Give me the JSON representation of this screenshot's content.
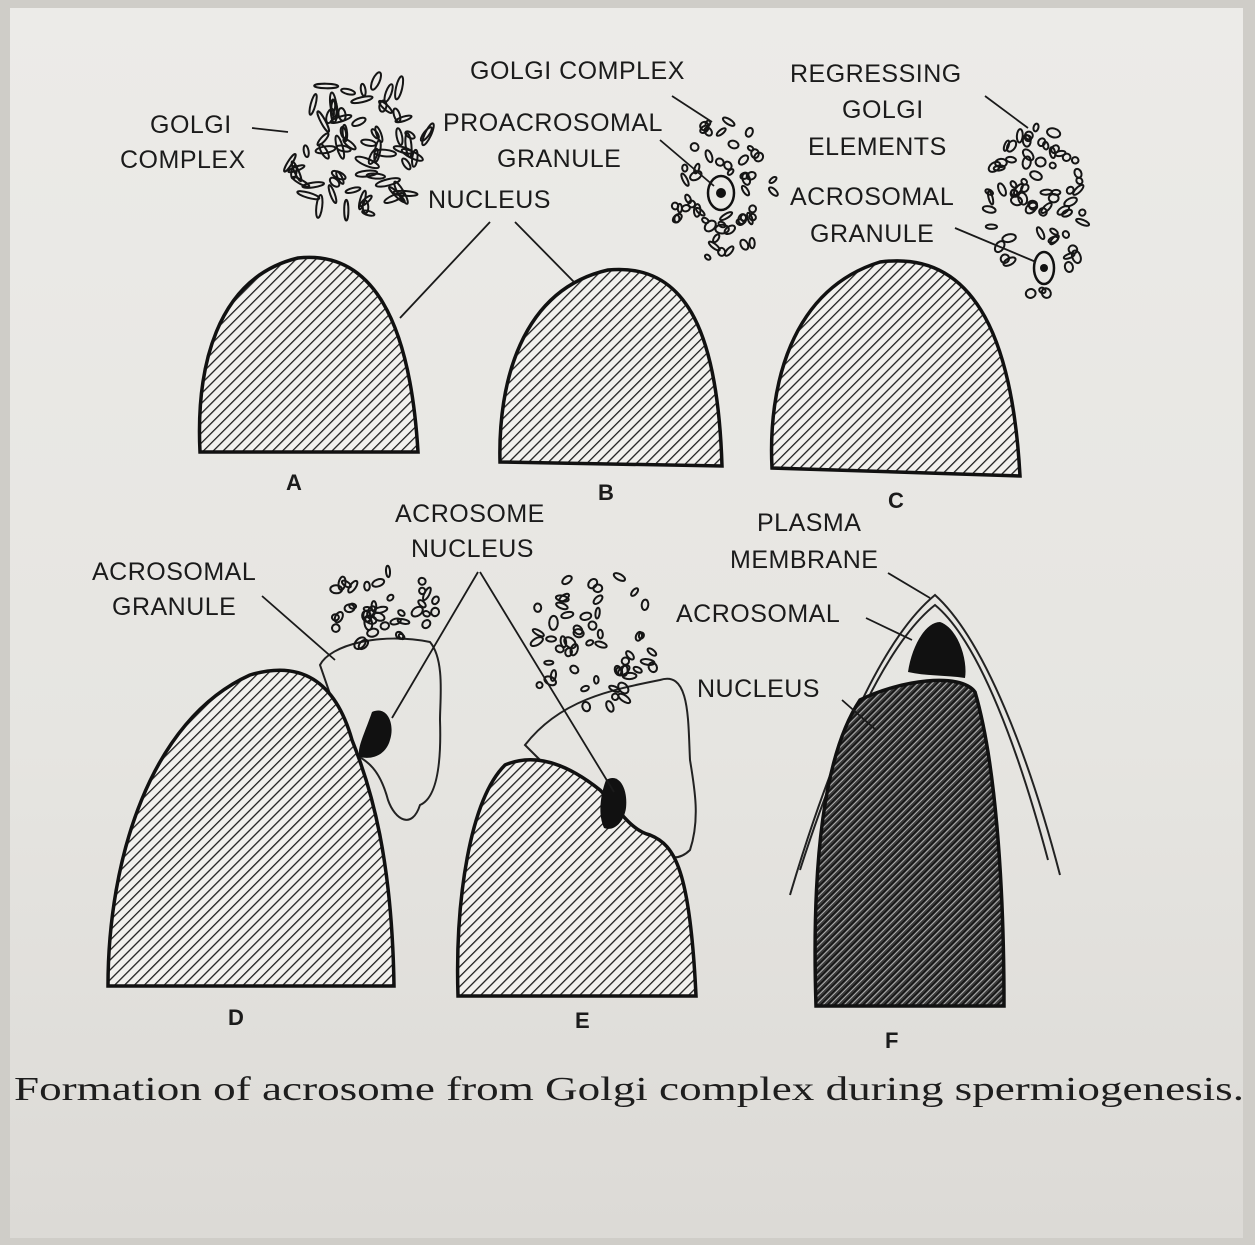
{
  "labels": {
    "golgi_complex_a": [
      "GOLGI",
      "COMPLEX"
    ],
    "golgi_complex_b": "GOLGI COMPLEX",
    "proacrosomal_granule": [
      "PROACROSOMAL",
      "GRANULE"
    ],
    "nucleus_top": "NUCLEUS",
    "regressing_golgi": [
      "REGRESSING",
      "GOLGI",
      "ELEMENTS"
    ],
    "acrosomal_granule_c": [
      "ACROSOMAL",
      "GRANULE"
    ],
    "acrosomal_granule_d": [
      "ACROSOMAL",
      "GRANULE"
    ],
    "acrosome": "ACROSOME",
    "nucleus_de": "NUCLEUS",
    "plasma_membrane": [
      "PLASMA",
      "MEMBRANE"
    ],
    "acrosomal_f": "ACROSOMAL",
    "nucleus_f": "NUCLEUS"
  },
  "panel_letters": [
    "A",
    "B",
    "C",
    "D",
    "E",
    "F"
  ],
  "caption": "Formation of acrosome from Golgi complex during spermiogenesis."
}
